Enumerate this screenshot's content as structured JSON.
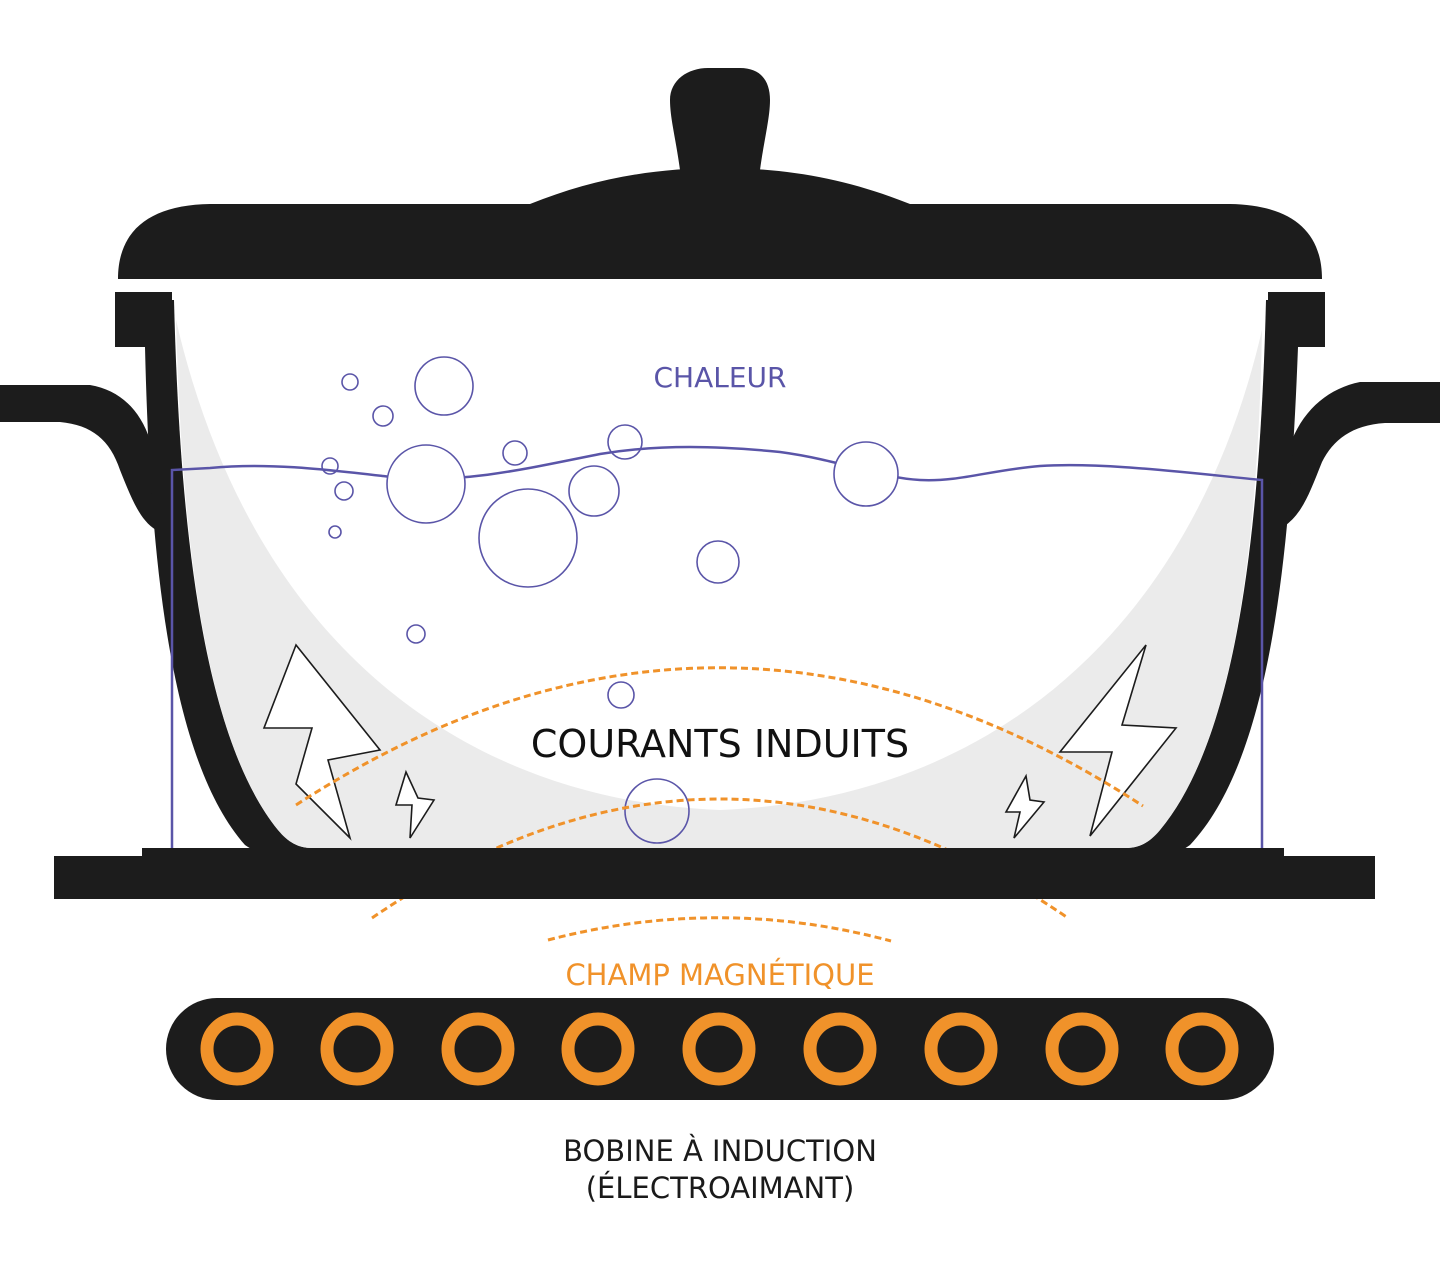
{
  "labels": {
    "heat": "CHALEUR",
    "induced_currents": "COURANTS INDUITS",
    "magnetic_field": "CHAMP MAGNÉTIQUE",
    "coil_line1": "BOBINE À INDUCTION",
    "coil_line2": "(ÉLECTROAIMANT)"
  },
  "colors": {
    "pot": "#1c1c1c",
    "heat": "#5a55a8",
    "field": "#f0922a",
    "text": "#1a1a1a",
    "glass": "#ebebeb"
  },
  "icons": {
    "bubbles": "bubble-icon",
    "lightning": "lightning-bolt-icon",
    "coil": "coil-ring-icon"
  }
}
